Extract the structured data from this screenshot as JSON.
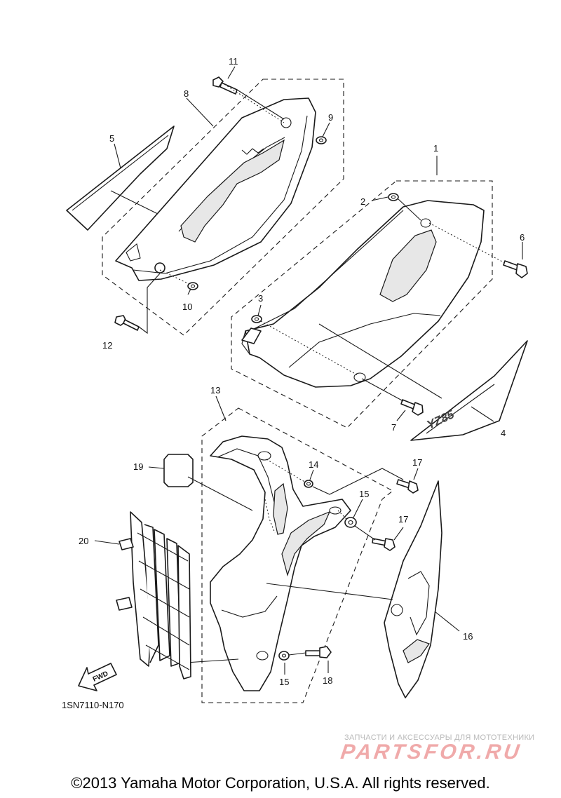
{
  "callouts": {
    "c1": "1",
    "c2": "2",
    "c3": "3",
    "c4": "4",
    "c5": "5",
    "c6": "6",
    "c7": "7",
    "c8": "8",
    "c9": "9",
    "c10": "10",
    "c11": "11",
    "c12": "12",
    "c13": "13",
    "c14": "14",
    "c15a": "15",
    "c15b": "15",
    "c16": "16",
    "c17a": "17",
    "c17b": "17",
    "c18": "18",
    "c19": "19",
    "c20": "20"
  },
  "fwd_label": "FWD",
  "decal_text": "YZ85",
  "diagram_code": "1SN7110-N170",
  "watermark": {
    "tagline": "ЗАПЧАСТИ И АКСЕССУАРЫ ДЛЯ МОТОТЕХНИКИ",
    "brand": "PARTSFOR.RU"
  },
  "copyright": "©2013 Yamaha Motor Corporation, U.S.A. All rights reserved.",
  "colors": {
    "line": "#1a1a1a",
    "watermark_brand": "#f0aaaa",
    "watermark_tag": "#b9b9b9"
  }
}
